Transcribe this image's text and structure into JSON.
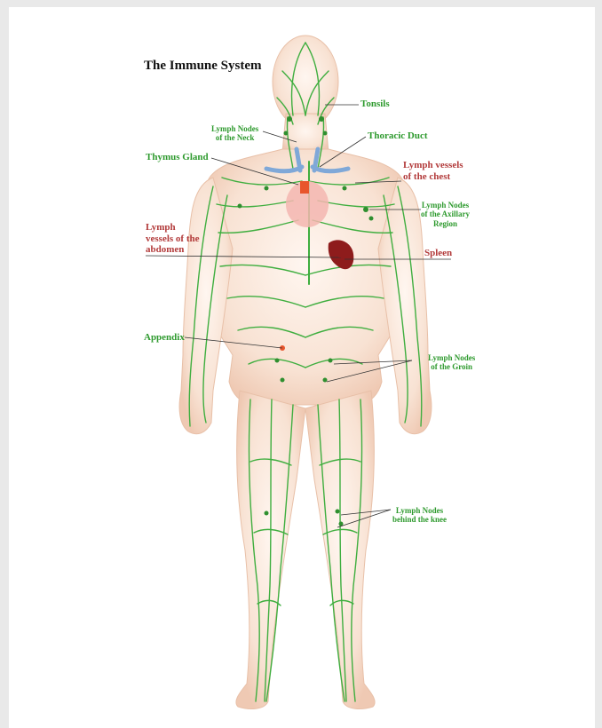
{
  "title": "The Immune System",
  "labels": {
    "tonsils": "Tonsils",
    "neck_nodes": [
      "Lymph Nodes",
      "of the Neck"
    ],
    "thoracic_duct": "Thoracic Duct",
    "thymus": "Thymus Gland",
    "chest_vessels": [
      "Lymph vessels",
      "of the chest"
    ],
    "axillary": [
      "Lymph Nodes",
      "of the Axillary",
      "Region"
    ],
    "abdomen": [
      "Lymph",
      "vessels of the",
      "abdomen"
    ],
    "spleen": "Spleen",
    "appendix": "Appendix",
    "groin": [
      "Lymph Nodes",
      "of the Groin"
    ],
    "knee": [
      "Lymph Nodes",
      "behind the knee"
    ]
  },
  "colors": {
    "background": "#e9e9e9",
    "page": "#ffffff",
    "skin": "#f6dccb",
    "lymph": "#3fae3f",
    "label_green": "#2e9a2e",
    "label_red": "#b23a3a",
    "spleen": "#8e1c1c",
    "vein": "#7fa8d8"
  }
}
